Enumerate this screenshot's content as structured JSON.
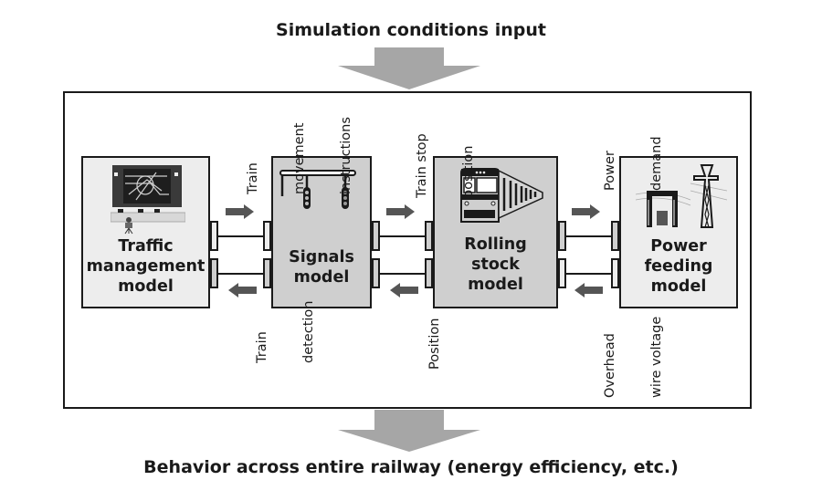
{
  "diagram": {
    "top_title": "Simulation conditions input",
    "bottom_title": "Behavior across entire railway (energy efficiency, etc.)",
    "colors": {
      "arrow_gray": "#a6a6a6",
      "small_arrow": "#555555",
      "box_light": "#ededed",
      "box_dark": "#cfcfcf",
      "stroke": "#1a1a1a"
    },
    "models": [
      {
        "id": "traffic",
        "label_lines": [
          "Traffic",
          "management",
          "model"
        ],
        "icon": "traffic-control-room-icon"
      },
      {
        "id": "signals",
        "label_lines": [
          "Signals",
          "model"
        ],
        "icon": "railway-signal-icon"
      },
      {
        "id": "rolling",
        "label_lines": [
          "Rolling",
          "stock",
          "model"
        ],
        "icon": "train-icon"
      },
      {
        "id": "power",
        "label_lines": [
          "Power",
          "feeding",
          "model"
        ],
        "icon": "substation-pylon-icon"
      }
    ],
    "flows": [
      {
        "from": "traffic",
        "to": "signals",
        "direction": "right",
        "label_lines": [
          "Train",
          "movement",
          "instructions"
        ]
      },
      {
        "from": "signals",
        "to": "traffic",
        "direction": "left",
        "label_lines": [
          "Train",
          "detection"
        ]
      },
      {
        "from": "signals",
        "to": "rolling",
        "direction": "right",
        "label_lines": [
          "Train stop",
          "position"
        ]
      },
      {
        "from": "rolling",
        "to": "signals",
        "direction": "left",
        "label_lines": [
          "Position"
        ]
      },
      {
        "from": "rolling",
        "to": "power",
        "direction": "right",
        "label_lines": [
          "Power",
          "demand"
        ]
      },
      {
        "from": "power",
        "to": "rolling",
        "direction": "left",
        "label_lines": [
          "Overhead",
          "wire voltage"
        ]
      }
    ]
  }
}
